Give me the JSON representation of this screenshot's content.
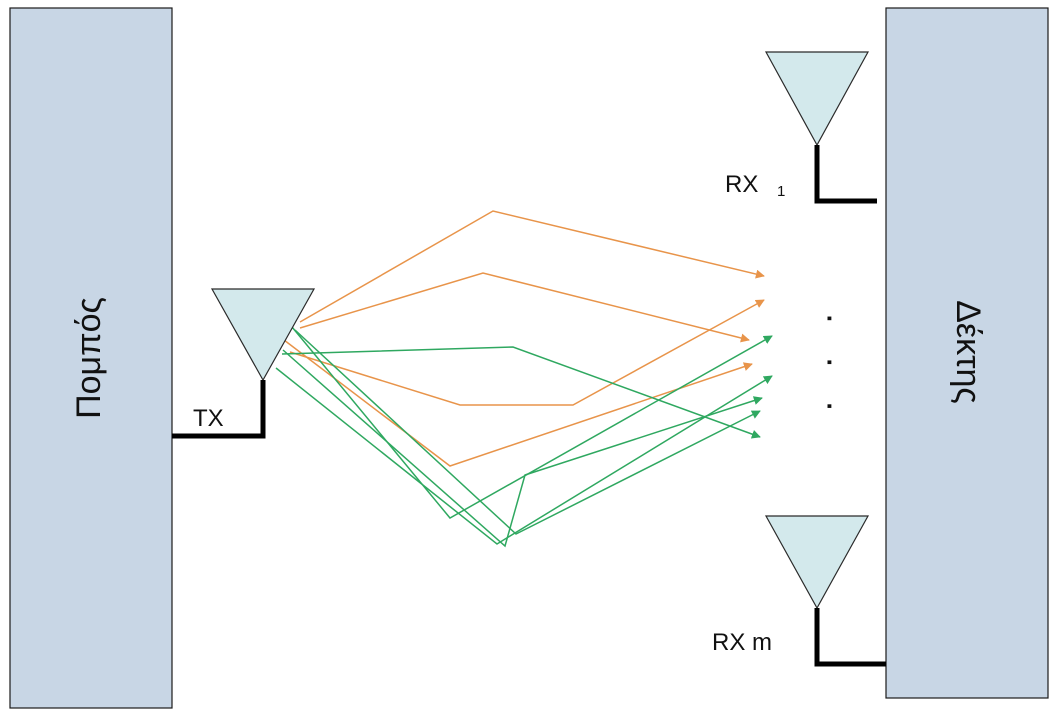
{
  "transmitter": {
    "label": "Πομπός"
  },
  "receiver": {
    "label": "Δέκτης"
  },
  "tx_antenna": {
    "label": "TX"
  },
  "rx_antennas": [
    {
      "label": "RX",
      "index": "1"
    },
    {
      "label": "RX m"
    }
  ],
  "ellipsis": "· · ·",
  "colors": {
    "panel_fill": "#c8d6e5",
    "panel_stroke": "#1a1a1a",
    "antenna_fill": "#d3e9ec",
    "feed_line": "#000000",
    "path_orange": "#e8944a",
    "path_green": "#2fa860"
  }
}
